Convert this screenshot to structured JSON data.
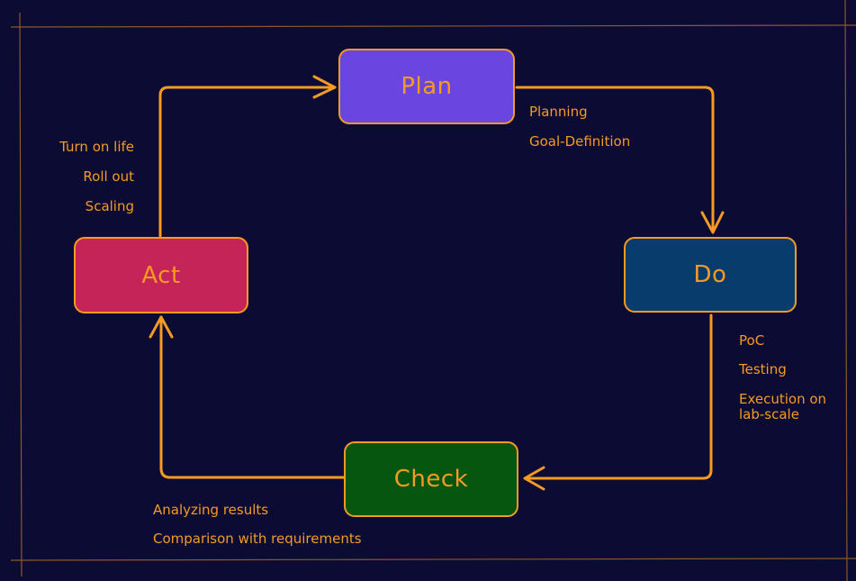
{
  "colors": {
    "background": "#0c0b33",
    "stroke": "#f59a23",
    "frame": "#8a5a2a",
    "plan_fill": "#6a45e0",
    "do_fill": "#073c6c",
    "check_fill": "#07560f",
    "act_fill": "#c42458"
  },
  "nodes": {
    "plan": {
      "label": "Plan"
    },
    "do": {
      "label": "Do"
    },
    "check": {
      "label": "Check"
    },
    "act": {
      "label": "Act"
    }
  },
  "notes": {
    "plan": [
      "Planning",
      "Goal-Definition"
    ],
    "do": [
      "PoC",
      "Testing",
      "Execution on lab-scale"
    ],
    "check": [
      "Analyzing results",
      "Comparison with requirements"
    ],
    "act": [
      "Turn on life",
      "Roll out",
      "Scaling"
    ]
  }
}
